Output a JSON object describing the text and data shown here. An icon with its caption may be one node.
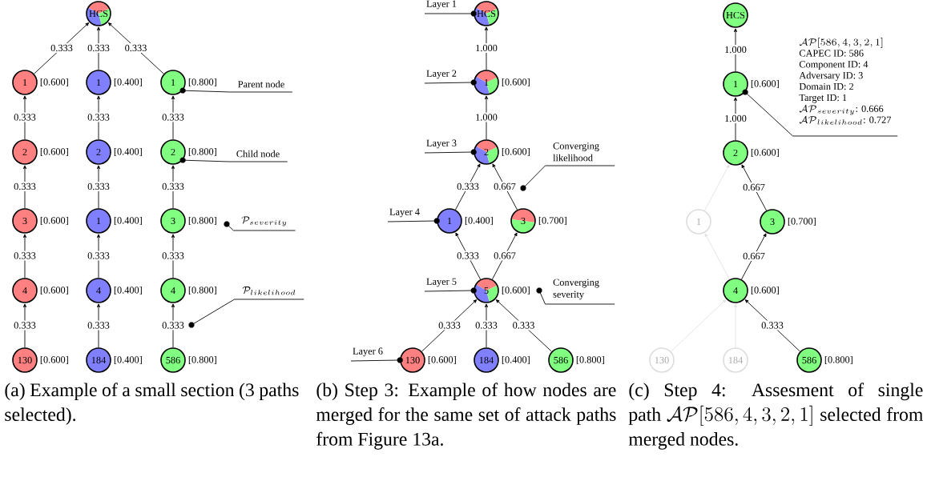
{
  "diagram": {
    "nodes": [
      {
        "text": [
          "HCS"
        ]
      },
      {
        "text": [
          "1"
        ],
        "beside": [
          "[0.600]"
        ]
      },
      {
        "text": [
          "1"
        ],
        "beside": [
          "[0.400]"
        ]
      },
      {
        "text": [
          "1"
        ],
        "beside": [
          "[0.800]"
        ]
      },
      {
        "text": [
          "2"
        ],
        "beside": [
          "[0.600]"
        ]
      },
      {
        "text": [
          "2"
        ],
        "beside": [
          "[0.400]"
        ]
      },
      {
        "text": [
          "2"
        ],
        "beside": [
          "[0.800]"
        ]
      },
      {
        "text": [
          "3"
        ],
        "beside": [
          "[0.600]"
        ]
      },
      {
        "text": [
          "1"
        ],
        "beside": [
          "[0.400]"
        ]
      },
      {
        "text": [
          "3"
        ],
        "beside": [
          "[0.800]"
        ]
      },
      {
        "text": [
          "4"
        ],
        "beside": [
          "[0.600]"
        ]
      },
      {
        "text": [
          "4"
        ],
        "beside": [
          "[0.400]"
        ]
      },
      {
        "text": [
          "4"
        ],
        "beside": [
          "[0.800]"
        ]
      },
      {
        "text": [
          "130"
        ],
        "beside": [
          "[0.600]"
        ]
      },
      {
        "text": [
          "184"
        ],
        "beside": [
          "[0.400]"
        ]
      },
      {
        "text": [
          "586"
        ],
        "beside": [
          "[0.800]"
        ]
      },
      {
        "text": [
          "Parent node"
        ]
      },
      {
        "text": [
          "Child node"
        ]
      },
      {
        "text": [
          "\\mathcal{P}_{severity}"
        ]
      },
      {
        "text": [
          "\\mathcal{P}_{likelihood}"
        ]
      },
      {
        "text": [
          "HCS"
        ]
      },
      {
        "text": [
          "1"
        ],
        "beside": [
          "[0.600]"
        ]
      },
      {
        "text": [
          "2"
        ],
        "beside": [
          "[0.600]"
        ]
      },
      {
        "text": [
          "1"
        ],
        "beside": [
          "[0.400]"
        ]
      },
      {
        "text": [
          "3"
        ],
        "beside": [
          "[0.700]"
        ]
      },
      {
        "text": [
          "5"
        ],
        "beside": [
          "[0.600]"
        ]
      },
      {
        "text": [
          "130"
        ],
        "beside": [
          "[0.600]"
        ]
      },
      {
        "text": [
          "184"
        ],
        "beside": [
          "[0.400]"
        ]
      },
      {
        "text": [
          "586"
        ],
        "beside": [
          "[0.800]"
        ]
      },
      {
        "text": [
          "Layer 1"
        ]
      },
      {
        "text": [
          "Layer 2"
        ]
      },
      {
        "text": [
          "Layer 3"
        ]
      },
      {
        "text": [
          "Layer 4"
        ]
      },
      {
        "text": [
          "Layer 5"
        ]
      },
      {
        "text": [
          "Layer 6"
        ]
      },
      {
        "text": [
          "Converging likelihood"
        ]
      },
      {
        "text": [
          "Converging severity"
        ]
      },
      {
        "text": [
          "HCS"
        ]
      },
      {
        "text": [
          "1"
        ],
        "beside": [
          "[0.600]"
        ]
      },
      {
        "text": [
          "2"
        ],
        "beside": [
          "[0.600]"
        ]
      },
      {
        "text": [
          "1"
        ]
      },
      {
        "text": [
          "3"
        ],
        "beside": [
          "[0.700]"
        ]
      },
      {
        "text": [
          "4"
        ],
        "beside": [
          "[0.600]"
        ]
      },
      {
        "text": [
          "130"
        ]
      },
      {
        "text": [
          "184"
        ]
      },
      {
        "text": [
          "586"
        ],
        "beside": [
          "[0.800]"
        ]
      },
      {
        "text": [
          "\\mathcal{AP}[586, 4, 3, 2, 1]",
          "CAPEC ID: 586",
          "Component ID: 4",
          "Adversary ID: 3",
          "Domain ID: 2",
          "Target ID: 1",
          "\\mathcal{AP}_{severity}\\textrm{: 0.666}",
          "\\mathcal{AP}_{likelihood}\\textrm{: 0.727}"
        ]
      }
    ],
    "edges": [
      {
        "from": 1,
        "to": 0,
        "arrow": "to",
        "label": "0.333"
      },
      {
        "from": 2,
        "to": 0,
        "arrow": "to",
        "label": "0.333"
      },
      {
        "from": 3,
        "to": 0,
        "arrow": "to",
        "label": "0.333"
      },
      {
        "from": 4,
        "to": 1,
        "arrow": "to",
        "label": "0.333"
      },
      {
        "from": 5,
        "to": 2,
        "arrow": "to",
        "label": "0.333"
      },
      {
        "from": 6,
        "to": 3,
        "arrow": "to",
        "label": "0.333"
      },
      {
        "from": 7,
        "to": 4,
        "arrow": "to",
        "label": "0.333"
      },
      {
        "from": 8,
        "to": 5,
        "arrow": "to",
        "label": "0.333"
      },
      {
        "from": 9,
        "to": 6,
        "arrow": "to",
        "label": "0.333"
      },
      {
        "from": 10,
        "to": 7,
        "arrow": "to",
        "label": "0.333"
      },
      {
        "from": 11,
        "to": 8,
        "arrow": "to",
        "label": "0.333"
      },
      {
        "from": 12,
        "to": 9,
        "arrow": "to",
        "label": "0.333"
      },
      {
        "from": 13,
        "to": 10,
        "arrow": "to",
        "label": "0.333"
      },
      {
        "from": 14,
        "to": 11,
        "arrow": "to",
        "label": "0.333"
      },
      {
        "from": 15,
        "to": 12,
        "arrow": "to",
        "label": "0.333"
      },
      {
        "from": 16,
        "to": 3,
        "arrow": "other"
      },
      {
        "from": 17,
        "to": 6,
        "arrow": "other"
      },
      {
        "from": 18,
        "to": null,
        "arrow": "other"
      },
      {
        "from": 19,
        "to": null,
        "arrow": "other"
      },
      {
        "from": 21,
        "to": 20,
        "arrow": "to",
        "label": "1.000"
      },
      {
        "from": 22,
        "to": 21,
        "arrow": "to",
        "label": "1.000"
      },
      {
        "from": 23,
        "to": 22,
        "arrow": "to",
        "label": "0.333"
      },
      {
        "from": 24,
        "to": 22,
        "arrow": "to",
        "label": "0.667"
      },
      {
        "from": 25,
        "to": 23,
        "arrow": "to",
        "label": "0.333"
      },
      {
        "from": 25,
        "to": 24,
        "arrow": "to",
        "label": "0.667"
      },
      {
        "from": 26,
        "to": 25,
        "arrow": "to",
        "label": "0.333"
      },
      {
        "from": 27,
        "to": 25,
        "arrow": "to",
        "label": "0.333"
      },
      {
        "from": 28,
        "to": 25,
        "arrow": "to",
        "label": "0.333"
      },
      {
        "from": 29,
        "to": 20,
        "arrow": "other"
      },
      {
        "from": 30,
        "to": 21,
        "arrow": "other"
      },
      {
        "from": 31,
        "to": 22,
        "arrow": "other"
      },
      {
        "from": 32,
        "to": 23,
        "arrow": "other"
      },
      {
        "from": 33,
        "to": 25,
        "arrow": "other"
      },
      {
        "from": 34,
        "to": 26,
        "arrow": "other"
      },
      {
        "from": 35,
        "to": null,
        "arrow": "other"
      },
      {
        "from": 36,
        "to": null,
        "arrow": "other"
      },
      {
        "from": 38,
        "to": 37,
        "arrow": "to",
        "label": "1.000"
      },
      {
        "from": 39,
        "to": 38,
        "arrow": "to",
        "label": "1.000"
      },
      {
        "from": 40,
        "to": 39,
        "arrow": "to",
        "color": "#e0e0e0"
      },
      {
        "from": 41,
        "to": 39,
        "arrow": "to",
        "label": "0.667"
      },
      {
        "from": 42,
        "to": 40,
        "arrow": "to",
        "color": "#e0e0e0"
      },
      {
        "from": 42,
        "to": 41,
        "arrow": "to",
        "label": "0.667"
      },
      {
        "from": 43,
        "to": 42,
        "arrow": "to",
        "color": "#e0e0e0"
      },
      {
        "from": 44,
        "to": 42,
        "arrow": "to",
        "color": "#e0e0e0"
      },
      {
        "from": 45,
        "to": 42,
        "arrow": "to",
        "label": "0.333"
      },
      {
        "from": 46,
        "to": 38,
        "arrow": "other"
      }
    ],
    "labels": [
      "(a) Example of a small section (3 paths selected).",
      "(b) Step 3: Example of how nodes are merged for the same set of attack paths from Figure 13a.",
      "(c) Step 4: Assesment of single path",
      "\\mathcal{AP}[586, 4, 3, 2, 1]",
      "selected from merged nodes."
    ]
  }
}
